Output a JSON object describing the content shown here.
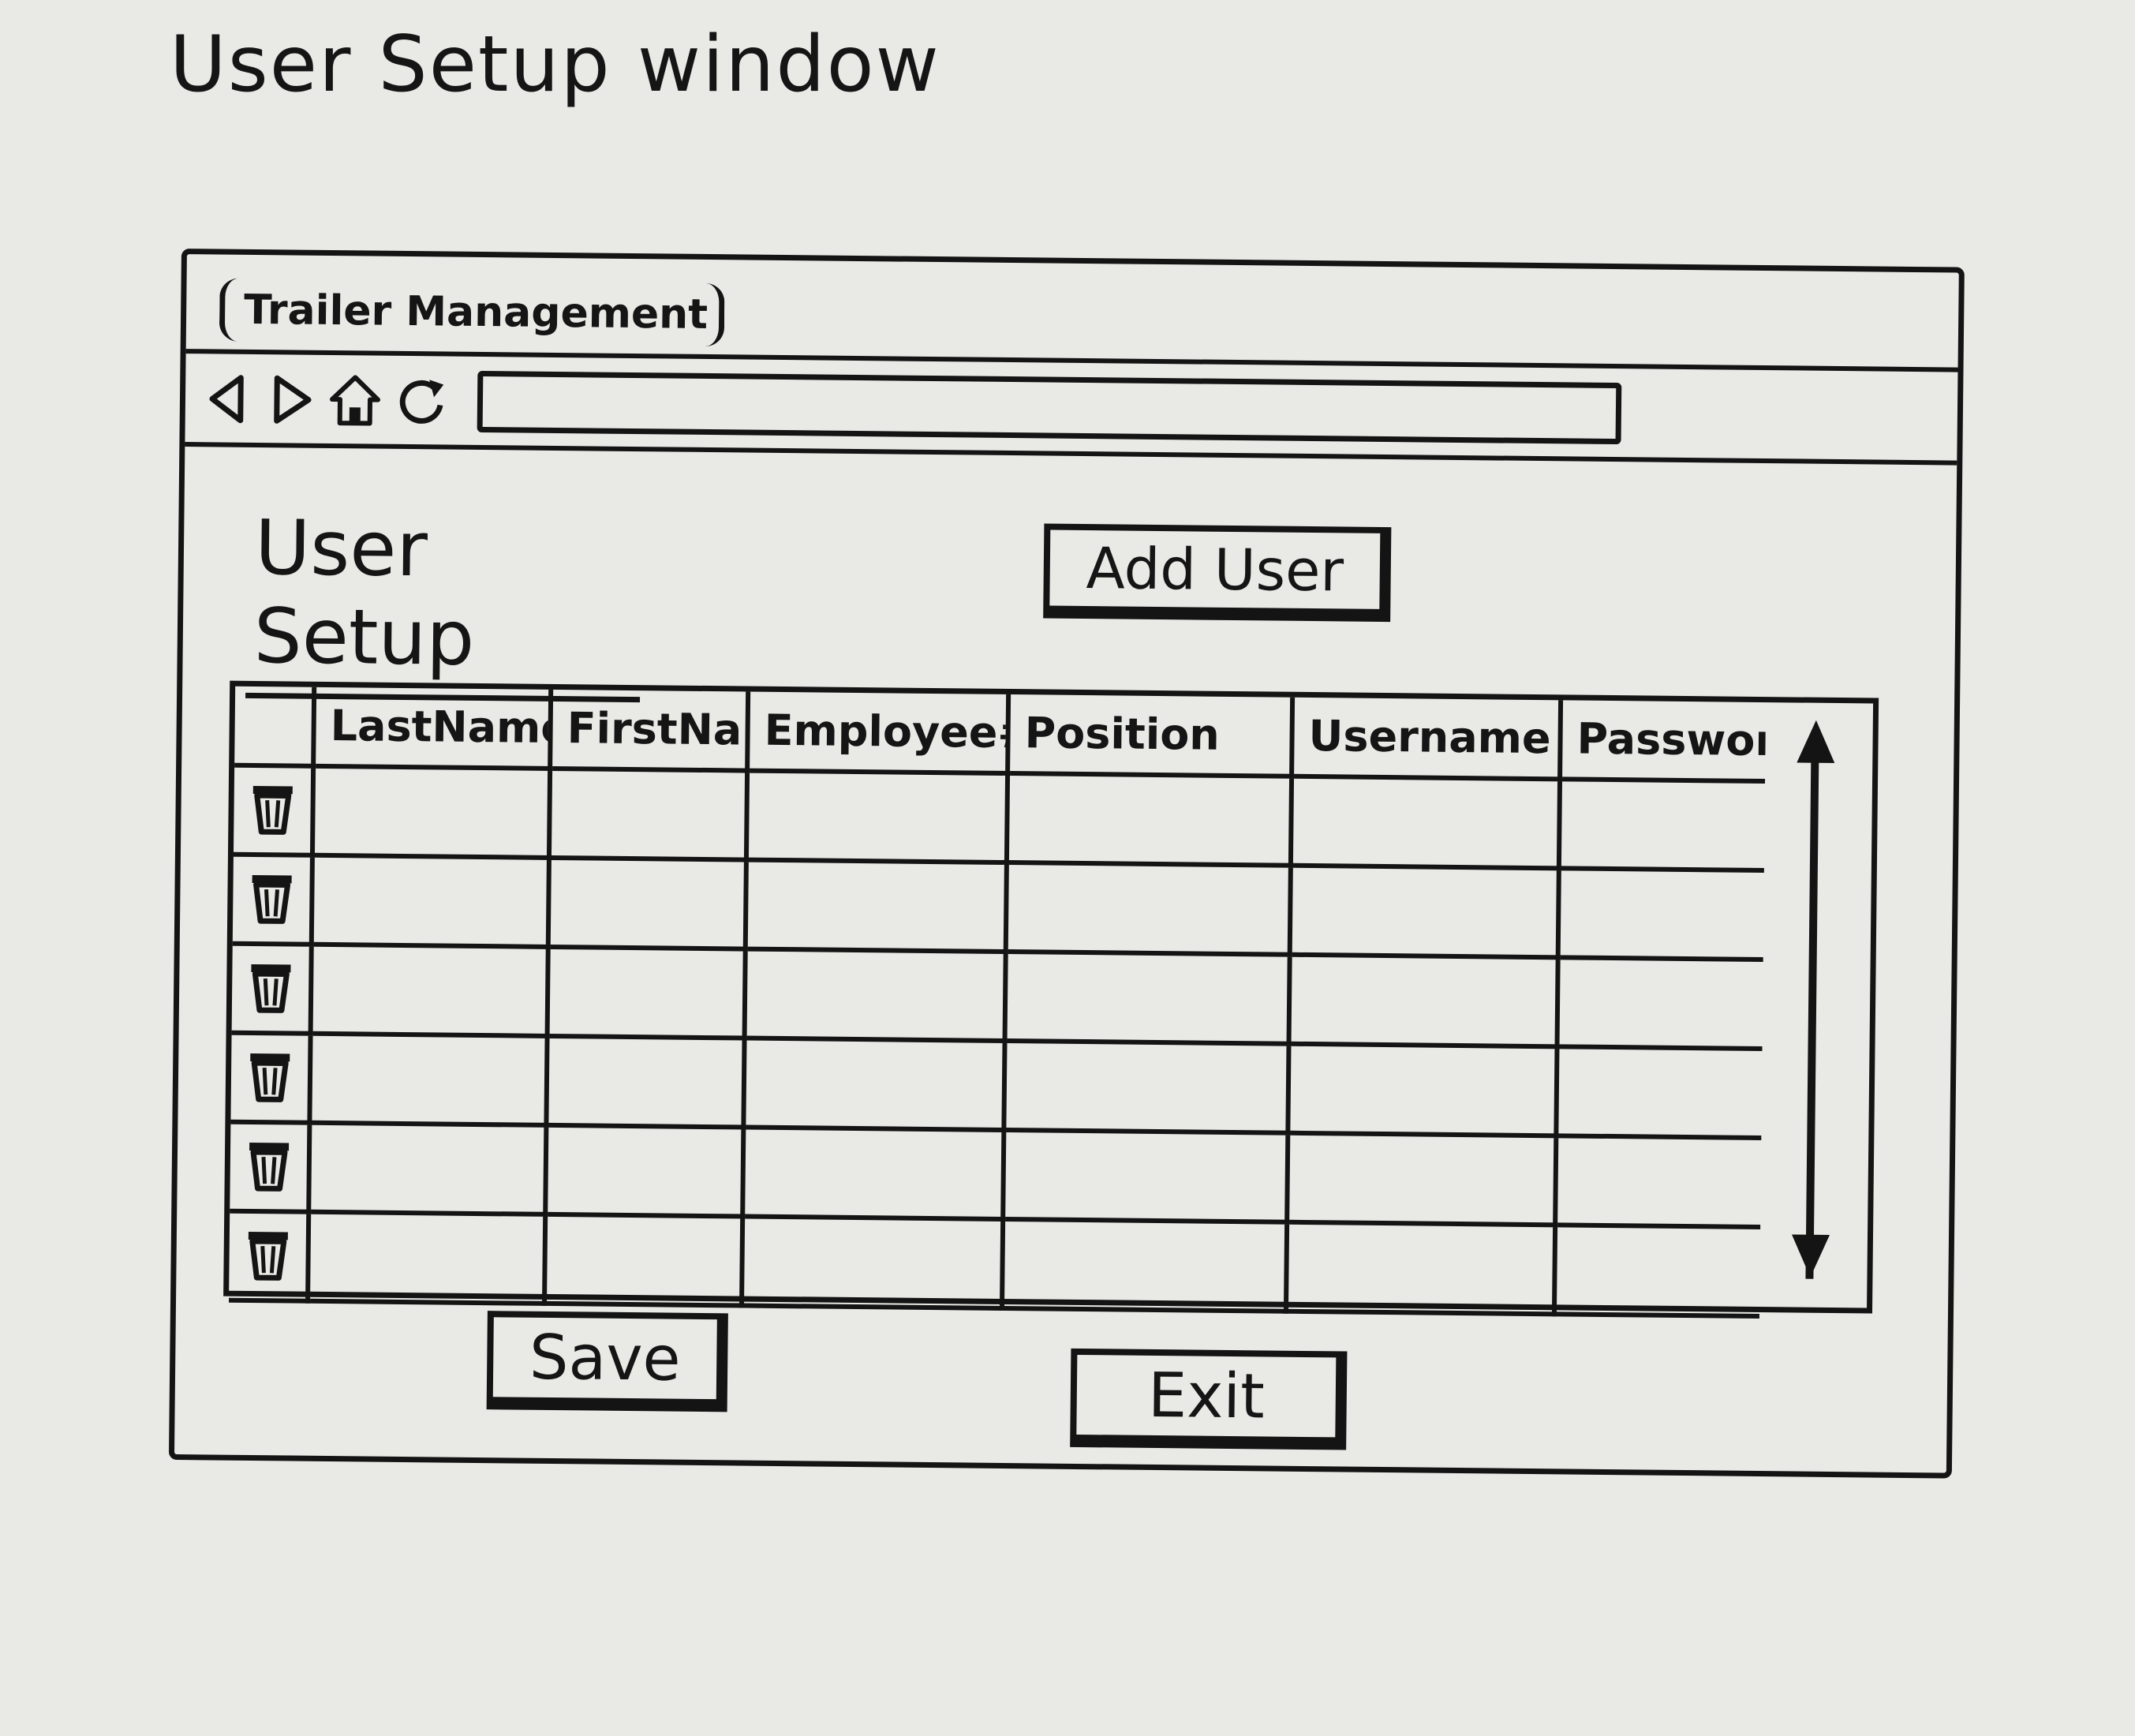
{
  "sketch": {
    "title": "User Setup window"
  },
  "browser": {
    "tab_label": "Trailer Management",
    "icons": [
      "back-arrow-icon",
      "forward-arrow-icon",
      "home-icon",
      "refresh-icon"
    ],
    "address_value": ""
  },
  "page": {
    "heading": "User Setup",
    "add_user_label": "Add User",
    "save_label": "Save",
    "exit_label": "Exit"
  },
  "table": {
    "columns": [
      "LastName",
      "FirstName",
      "Employee#",
      "Position",
      "Username",
      "Password"
    ],
    "rows": [
      {
        "LastName": "",
        "FirstName": "",
        "Employee#": "",
        "Position": "",
        "Username": "",
        "Password": ""
      },
      {
        "LastName": "",
        "FirstName": "",
        "Employee#": "",
        "Position": "",
        "Username": "",
        "Password": ""
      },
      {
        "LastName": "",
        "FirstName": "",
        "Employee#": "",
        "Position": "",
        "Username": "",
        "Password": ""
      },
      {
        "LastName": "",
        "FirstName": "",
        "Employee#": "",
        "Position": "",
        "Username": "",
        "Password": ""
      },
      {
        "LastName": "",
        "FirstName": "",
        "Employee#": "",
        "Position": "",
        "Username": "",
        "Password": ""
      },
      {
        "LastName": "",
        "FirstName": "",
        "Employee#": "",
        "Position": "",
        "Username": "",
        "Password": ""
      }
    ],
    "row_icon": "trash-icon"
  },
  "colors": {
    "ink": "#141414",
    "paper": "#e9e9e6"
  }
}
